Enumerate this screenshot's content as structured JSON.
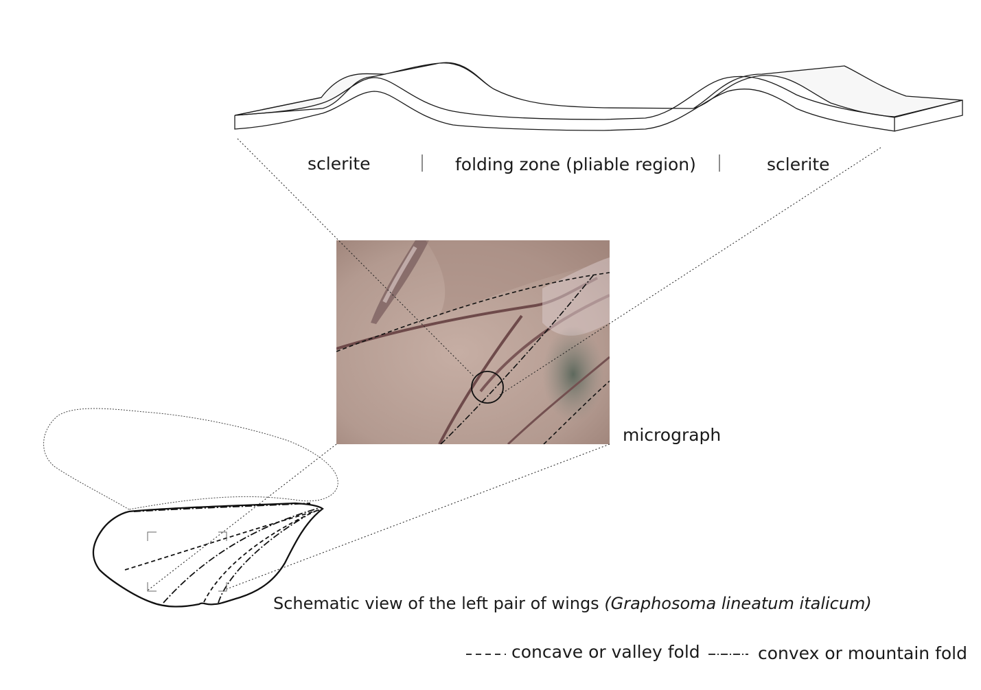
{
  "labels": {
    "sclerite_left": "sclerite",
    "folding_zone": "folding zone (pliable region)",
    "sclerite_right": "sclerite",
    "micrograph": "micrograph",
    "caption_main": "Schematic view of the left pair of wings ",
    "caption_species": "(Graphosoma lineatum italicum)"
  },
  "legend": {
    "valley": "concave or valley fold",
    "mountain": "convex or mountain fold"
  },
  "colors": {
    "line": "#1a1a1a",
    "micro_base": "#b49d93",
    "micro_vein": "#6e4a4a",
    "micro_shadow": "#5e6a5a",
    "panel_fill": "#f7f7f7"
  }
}
